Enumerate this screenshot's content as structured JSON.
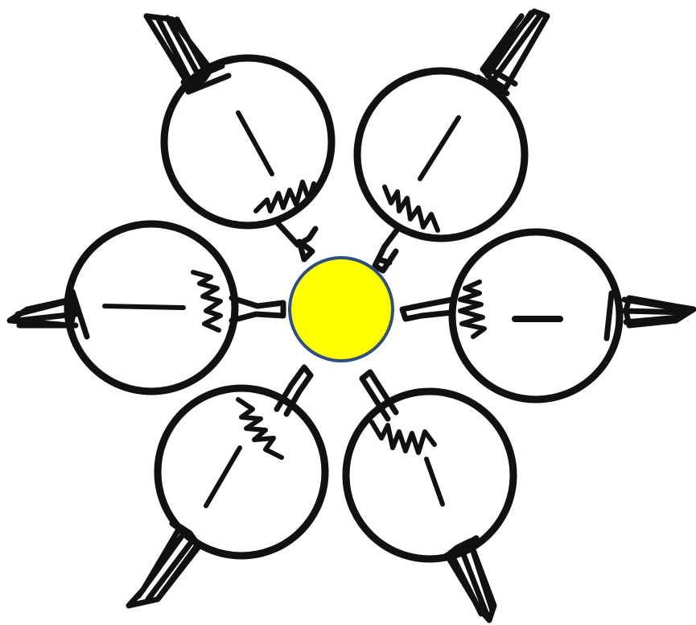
{
  "colors": {
    "background": "#ffffff",
    "ink": "#111111",
    "center_fill": "#ffff00",
    "center_stroke": "#2f4f7f"
  },
  "diagram": {
    "center": {
      "shape": "circle",
      "fill_color": "#ffff00"
    },
    "cells": [
      {
        "position": "upper-left"
      },
      {
        "position": "upper-right"
      },
      {
        "position": "left"
      },
      {
        "position": "right"
      },
      {
        "position": "lower-left"
      },
      {
        "position": "lower-right"
      }
    ]
  }
}
